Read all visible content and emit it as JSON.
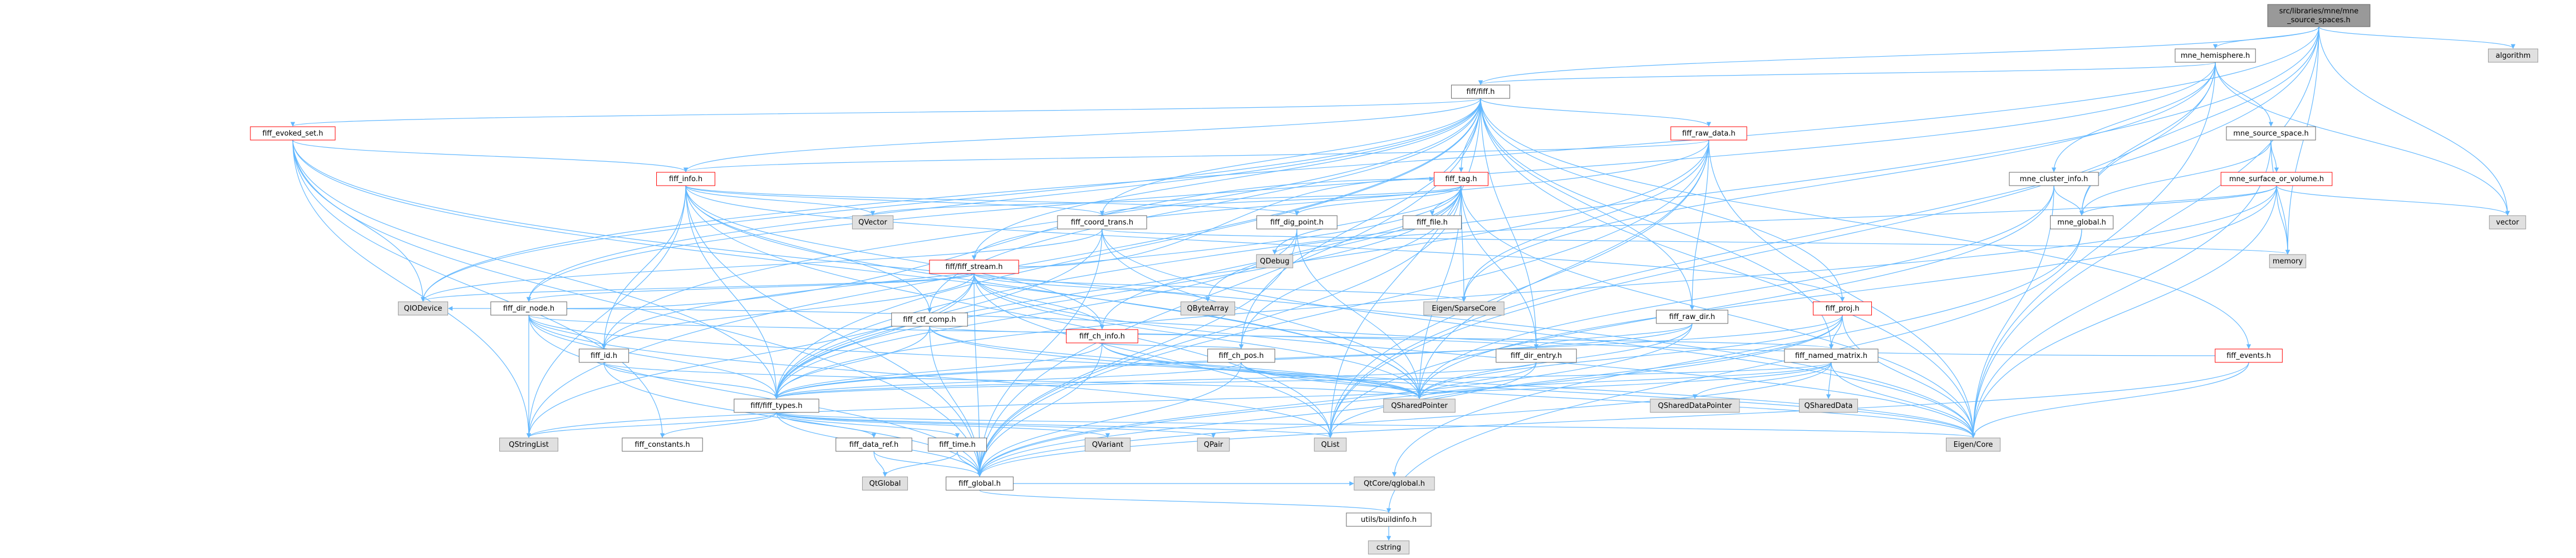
{
  "graph": {
    "colors": {
      "edge": "#63b8ff",
      "node_border_normal": "#666666",
      "node_border_truncated": "#ff0000",
      "node_fill_normal": "#ffffff",
      "node_fill_root": "#999999",
      "node_fill_external": "#e0e0e0",
      "node_border_external": "#999999"
    },
    "nodes": [
      {
        "id": "root",
        "lines": [
          "src/libraries/mne/mne",
          "_source_spaces.h"
        ],
        "kind": "root"
      },
      {
        "id": "mne_hemisphere",
        "lines": [
          "mne_hemisphere.h"
        ],
        "kind": "normal"
      },
      {
        "id": "algorithm",
        "lines": [
          "algorithm"
        ],
        "kind": "external"
      },
      {
        "id": "fiff_h",
        "lines": [
          "fiff/fiff.h"
        ],
        "kind": "normal"
      },
      {
        "id": "fiff_evoked_set",
        "lines": [
          "fiff_evoked_set.h"
        ],
        "kind": "truncated"
      },
      {
        "id": "fiff_raw_data",
        "lines": [
          "fiff_raw_data.h"
        ],
        "kind": "truncated"
      },
      {
        "id": "mne_source_space",
        "lines": [
          "mne_source_space.h"
        ],
        "kind": "normal"
      },
      {
        "id": "fiff_info",
        "lines": [
          "fiff_info.h"
        ],
        "kind": "truncated"
      },
      {
        "id": "fiff_tag",
        "lines": [
          "fiff_tag.h"
        ],
        "kind": "truncated"
      },
      {
        "id": "mne_cluster_info",
        "lines": [
          "mne_cluster_info.h"
        ],
        "kind": "normal"
      },
      {
        "id": "mne_surface_or_volume",
        "lines": [
          "mne_surface_or_volume.h"
        ],
        "kind": "truncated"
      },
      {
        "id": "vector",
        "lines": [
          "vector"
        ],
        "kind": "external"
      },
      {
        "id": "qvector",
        "lines": [
          "QVector"
        ],
        "kind": "external"
      },
      {
        "id": "fiff_coord_trans",
        "lines": [
          "fiff_coord_trans.h"
        ],
        "kind": "normal"
      },
      {
        "id": "fiff_dig_point",
        "lines": [
          "fiff_dig_point.h"
        ],
        "kind": "normal"
      },
      {
        "id": "fiff_file",
        "lines": [
          "fiff_file.h"
        ],
        "kind": "normal"
      },
      {
        "id": "mne_global",
        "lines": [
          "mne_global.h"
        ],
        "kind": "normal"
      },
      {
        "id": "memory",
        "lines": [
          "memory"
        ],
        "kind": "external"
      },
      {
        "id": "qdebug",
        "lines": [
          "QDebug"
        ],
        "kind": "external"
      },
      {
        "id": "fiff_stream",
        "lines": [
          "fiff/fiff_stream.h"
        ],
        "kind": "truncated"
      },
      {
        "id": "qbytearray",
        "lines": [
          "QByteArray"
        ],
        "kind": "external"
      },
      {
        "id": "eigen_sparse",
        "lines": [
          "Eigen/SparseCore"
        ],
        "kind": "external"
      },
      {
        "id": "fiff_proj",
        "lines": [
          "fiff_proj.h"
        ],
        "kind": "truncated"
      },
      {
        "id": "qiodevice",
        "lines": [
          "QIODevice"
        ],
        "kind": "external"
      },
      {
        "id": "fiff_dir_node",
        "lines": [
          "fiff_dir_node.h"
        ],
        "kind": "normal"
      },
      {
        "id": "fiff_ctf_comp",
        "lines": [
          "fiff_ctf_comp.h"
        ],
        "kind": "normal"
      },
      {
        "id": "fiff_ch_info",
        "lines": [
          "fiff_ch_info.h"
        ],
        "kind": "truncated"
      },
      {
        "id": "fiff_raw_dir",
        "lines": [
          "fiff_raw_dir.h"
        ],
        "kind": "normal"
      },
      {
        "id": "fiff_named_matrix",
        "lines": [
          "fiff_named_matrix.h"
        ],
        "kind": "normal"
      },
      {
        "id": "fiff_events",
        "lines": [
          "fiff_events.h"
        ],
        "kind": "truncated"
      },
      {
        "id": "fiff_id",
        "lines": [
          "fiff_id.h"
        ],
        "kind": "normal"
      },
      {
        "id": "fiff_ch_pos",
        "lines": [
          "fiff_ch_pos.h"
        ],
        "kind": "normal"
      },
      {
        "id": "fiff_dir_entry",
        "lines": [
          "fiff_dir_entry.h"
        ],
        "kind": "normal"
      },
      {
        "id": "fiff_types",
        "lines": [
          "fiff/fiff_types.h"
        ],
        "kind": "normal"
      },
      {
        "id": "qshared_pointer",
        "lines": [
          "QSharedPointer"
        ],
        "kind": "external"
      },
      {
        "id": "qshared_data_pointer",
        "lines": [
          "QSharedDataPointer"
        ],
        "kind": "external"
      },
      {
        "id": "qshared_data",
        "lines": [
          "QSharedData"
        ],
        "kind": "external"
      },
      {
        "id": "qlist",
        "lines": [
          "QList"
        ],
        "kind": "external"
      },
      {
        "id": "qstringlist",
        "lines": [
          "QStringList"
        ],
        "kind": "external"
      },
      {
        "id": "fiff_constants",
        "lines": [
          "fiff_constants.h"
        ],
        "kind": "normal"
      },
      {
        "id": "fiff_data_ref",
        "lines": [
          "fiff_data_ref.h"
        ],
        "kind": "normal"
      },
      {
        "id": "fiff_time",
        "lines": [
          "fiff_time.h"
        ],
        "kind": "normal"
      },
      {
        "id": "qvariant",
        "lines": [
          "QVariant"
        ],
        "kind": "external"
      },
      {
        "id": "qpair",
        "lines": [
          "QPair"
        ],
        "kind": "external"
      },
      {
        "id": "eigen_core",
        "lines": [
          "Eigen/Core"
        ],
        "kind": "external"
      },
      {
        "id": "qglobal",
        "lines": [
          "QtGlobal"
        ],
        "kind": "external"
      },
      {
        "id": "fiff_global",
        "lines": [
          "fiff_global.h"
        ],
        "kind": "normal"
      },
      {
        "id": "buildinfo",
        "lines": [
          "utils/buildinfo.h"
        ],
        "kind": "normal"
      },
      {
        "id": "qtcore_qglobal",
        "lines": [
          "QtCore/qglobal.h"
        ],
        "kind": "external"
      },
      {
        "id": "cstring",
        "lines": [
          "cstring"
        ],
        "kind": "external"
      }
    ],
    "edges": [
      [
        "root",
        "mne_hemisphere"
      ],
      [
        "root",
        "algorithm"
      ],
      [
        "root",
        "fiff_h"
      ],
      [
        "root",
        "mne_global"
      ],
      [
        "root",
        "vector"
      ],
      [
        "root",
        "memory"
      ],
      [
        "root",
        "eigen_core"
      ],
      [
        "root",
        "qlist"
      ],
      [
        "root",
        "qiodevice"
      ],
      [
        "root",
        "fiff_types"
      ],
      [
        "mne_hemisphere",
        "fiff_h"
      ],
      [
        "mne_hemisphere",
        "mne_source_space"
      ],
      [
        "mne_hemisphere",
        "mne_cluster_info"
      ],
      [
        "mne_hemisphere",
        "mne_global"
      ],
      [
        "mne_hemisphere",
        "vector"
      ],
      [
        "mne_hemisphere",
        "eigen_core"
      ],
      [
        "mne_hemisphere",
        "eigen_sparse"
      ],
      [
        "mne_hemisphere",
        "qlist"
      ],
      [
        "mne_hemisphere",
        "fiff_dir_node"
      ],
      [
        "fiff_h",
        "fiff_evoked_set"
      ],
      [
        "fiff_h",
        "fiff_raw_data"
      ],
      [
        "fiff_h",
        "fiff_info"
      ],
      [
        "fiff_h",
        "fiff_tag"
      ],
      [
        "fiff_h",
        "fiff_coord_trans"
      ],
      [
        "fiff_h",
        "fiff_stream"
      ],
      [
        "fiff_h",
        "fiff_proj"
      ],
      [
        "fiff_h",
        "fiff_dir_node"
      ],
      [
        "fiff_h",
        "fiff_ctf_comp"
      ],
      [
        "fiff_h",
        "fiff_raw_dir"
      ],
      [
        "fiff_h",
        "fiff_named_matrix"
      ],
      [
        "fiff_h",
        "fiff_events"
      ],
      [
        "fiff_h",
        "fiff_id"
      ],
      [
        "fiff_h",
        "fiff_ch_pos"
      ],
      [
        "fiff_h",
        "fiff_dir_entry"
      ],
      [
        "fiff_h",
        "fiff_types"
      ],
      [
        "fiff_h",
        "fiff_global"
      ],
      [
        "fiff_h",
        "eigen_core"
      ],
      [
        "fiff_h",
        "qiodevice"
      ],
      [
        "fiff_h",
        "qlist"
      ],
      [
        "fiff_h",
        "qstringlist"
      ],
      [
        "fiff_evoked_set",
        "fiff_info"
      ],
      [
        "fiff_evoked_set",
        "fiff_types"
      ],
      [
        "fiff_evoked_set",
        "fiff_global"
      ],
      [
        "fiff_evoked_set",
        "qiodevice"
      ],
      [
        "fiff_evoked_set",
        "qshared_pointer"
      ],
      [
        "fiff_evoked_set",
        "qstringlist"
      ],
      [
        "fiff_evoked_set",
        "eigen_core"
      ],
      [
        "fiff_evoked_set",
        "fiff_constants"
      ],
      [
        "fiff_raw_data",
        "fiff_info"
      ],
      [
        "fiff_raw_data",
        "fiff_raw_dir"
      ],
      [
        "fiff_raw_data",
        "fiff_stream"
      ],
      [
        "fiff_raw_data",
        "fiff_types"
      ],
      [
        "fiff_raw_data",
        "fiff_global"
      ],
      [
        "fiff_raw_data",
        "eigen_core"
      ],
      [
        "fiff_raw_data",
        "eigen_sparse"
      ],
      [
        "fiff_raw_data",
        "qshared_pointer"
      ],
      [
        "fiff_raw_data",
        "qlist"
      ],
      [
        "mne_source_space",
        "mne_global"
      ],
      [
        "mne_source_space",
        "mne_surface_or_volume"
      ],
      [
        "mne_source_space",
        "memory"
      ],
      [
        "mne_source_space",
        "eigen_core"
      ],
      [
        "fiff_info",
        "fiff_coord_trans"
      ],
      [
        "fiff_info",
        "fiff_dig_point"
      ],
      [
        "fiff_info",
        "fiff_ch_info"
      ],
      [
        "fiff_info",
        "fiff_ctf_comp"
      ],
      [
        "fiff_info",
        "fiff_proj"
      ],
      [
        "fiff_info",
        "fiff_id"
      ],
      [
        "fiff_info",
        "fiff_types"
      ],
      [
        "fiff_info",
        "fiff_global"
      ],
      [
        "fiff_info",
        "qvector"
      ],
      [
        "fiff_info",
        "qshared_pointer"
      ],
      [
        "fiff_info",
        "qstringlist"
      ],
      [
        "fiff_info",
        "qlist"
      ],
      [
        "fiff_tag",
        "fiff_coord_trans"
      ],
      [
        "fiff_tag",
        "fiff_dig_point"
      ],
      [
        "fiff_tag",
        "fiff_file"
      ],
      [
        "fiff_tag",
        "fiff_ch_info"
      ],
      [
        "fiff_tag",
        "fiff_ch_pos"
      ],
      [
        "fiff_tag",
        "fiff_dir_entry"
      ],
      [
        "fiff_tag",
        "fiff_id"
      ],
      [
        "fiff_tag",
        "fiff_types"
      ],
      [
        "fiff_tag",
        "fiff_global"
      ],
      [
        "fiff_tag",
        "qbytearray"
      ],
      [
        "fiff_tag",
        "qvector"
      ],
      [
        "fiff_tag",
        "qshared_pointer"
      ],
      [
        "fiff_tag",
        "qdebug"
      ],
      [
        "fiff_tag",
        "eigen_core"
      ],
      [
        "fiff_tag",
        "eigen_sparse"
      ],
      [
        "mne_cluster_info",
        "mne_global"
      ],
      [
        "mne_cluster_info",
        "qshared_pointer"
      ],
      [
        "mne_cluster_info",
        "qlist"
      ],
      [
        "mne_cluster_info",
        "eigen_core"
      ],
      [
        "mne_surface_or_volume",
        "mne_global"
      ],
      [
        "mne_surface_or_volume",
        "fiff_types"
      ],
      [
        "mne_surface_or_volume",
        "vector"
      ],
      [
        "mne_surface_or_volume",
        "memory"
      ],
      [
        "mne_surface_or_volume",
        "qdebug"
      ],
      [
        "mne_surface_or_volume",
        "eigen_core"
      ],
      [
        "mne_surface_or_volume",
        "qshared_pointer"
      ],
      [
        "fiff_coord_trans",
        "fiff_types"
      ],
      [
        "fiff_coord_trans",
        "fiff_global"
      ],
      [
        "fiff_coord_trans",
        "qshared_pointer"
      ],
      [
        "fiff_coord_trans",
        "qiodevice"
      ],
      [
        "fiff_coord_trans",
        "eigen_core"
      ],
      [
        "fiff_coord_trans",
        "memory"
      ],
      [
        "fiff_dig_point",
        "fiff_types"
      ],
      [
        "fiff_dig_point",
        "fiff_global"
      ],
      [
        "fiff_dig_point",
        "qshared_pointer"
      ],
      [
        "mne_global",
        "buildinfo"
      ],
      [
        "mne_global",
        "qtcore_qglobal"
      ],
      [
        "fiff_stream",
        "fiff_tag"
      ],
      [
        "fiff_stream",
        "fiff_dir_node"
      ],
      [
        "fiff_stream",
        "fiff_types"
      ],
      [
        "fiff_stream",
        "fiff_global"
      ],
      [
        "fiff_stream",
        "qbytearray"
      ],
      [
        "fiff_stream",
        "qiodevice"
      ],
      [
        "fiff_stream",
        "qshared_pointer"
      ],
      [
        "fiff_stream",
        "qstringlist"
      ],
      [
        "fiff_stream",
        "qlist"
      ],
      [
        "fiff_stream",
        "eigen_core"
      ],
      [
        "fiff_stream",
        "eigen_sparse"
      ],
      [
        "fiff_stream",
        "fiff_id"
      ],
      [
        "fiff_stream",
        "fiff_ch_info"
      ],
      [
        "fiff_proj",
        "fiff_named_matrix"
      ],
      [
        "fiff_proj",
        "fiff_types"
      ],
      [
        "fiff_proj",
        "fiff_global"
      ],
      [
        "fiff_proj",
        "qshared_pointer"
      ],
      [
        "fiff_proj",
        "eigen_core"
      ],
      [
        "fiff_proj",
        "qlist"
      ],
      [
        "fiff_dir_node",
        "fiff_dir_entry"
      ],
      [
        "fiff_dir_node",
        "fiff_id"
      ],
      [
        "fiff_dir_node",
        "fiff_tag"
      ],
      [
        "fiff_dir_node",
        "fiff_types"
      ],
      [
        "fiff_dir_node",
        "fiff_global"
      ],
      [
        "fiff_dir_node",
        "qshared_pointer"
      ],
      [
        "fiff_dir_node",
        "qlist"
      ],
      [
        "fiff_dir_node",
        "qstringlist"
      ],
      [
        "fiff_ctf_comp",
        "fiff_named_matrix"
      ],
      [
        "fiff_ctf_comp",
        "fiff_types"
      ],
      [
        "fiff_ctf_comp",
        "fiff_global"
      ],
      [
        "fiff_ctf_comp",
        "qshared_pointer"
      ],
      [
        "fiff_ctf_comp",
        "eigen_core"
      ],
      [
        "fiff_ch_info",
        "fiff_ch_pos"
      ],
      [
        "fiff_ch_info",
        "fiff_types"
      ],
      [
        "fiff_ch_info",
        "fiff_global"
      ],
      [
        "fiff_ch_info",
        "qshared_pointer"
      ],
      [
        "fiff_ch_info",
        "eigen_core"
      ],
      [
        "fiff_raw_dir",
        "fiff_dir_entry"
      ],
      [
        "fiff_raw_dir",
        "fiff_types"
      ],
      [
        "fiff_raw_dir",
        "fiff_global"
      ],
      [
        "fiff_raw_dir",
        "qshared_pointer"
      ],
      [
        "fiff_named_matrix",
        "fiff_types"
      ],
      [
        "fiff_named_matrix",
        "fiff_global"
      ],
      [
        "fiff_named_matrix",
        "qshared_data_pointer"
      ],
      [
        "fiff_named_matrix",
        "qshared_data"
      ],
      [
        "fiff_named_matrix",
        "qshared_pointer"
      ],
      [
        "fiff_named_matrix",
        "qstringlist"
      ],
      [
        "fiff_named_matrix",
        "eigen_core"
      ],
      [
        "fiff_events",
        "fiff_global"
      ],
      [
        "fiff_events",
        "eigen_core"
      ],
      [
        "fiff_events",
        "qiodevice"
      ],
      [
        "fiff_id",
        "fiff_types"
      ],
      [
        "fiff_id",
        "fiff_global"
      ],
      [
        "fiff_id",
        "qshared_pointer"
      ],
      [
        "fiff_ch_pos",
        "fiff_types"
      ],
      [
        "fiff_ch_pos",
        "fiff_global"
      ],
      [
        "fiff_ch_pos",
        "qshared_pointer"
      ],
      [
        "fiff_ch_pos",
        "eigen_core"
      ],
      [
        "fiff_dir_entry",
        "fiff_types"
      ],
      [
        "fiff_dir_entry",
        "fiff_global"
      ],
      [
        "fiff_dir_entry",
        "qshared_pointer"
      ],
      [
        "fiff_types",
        "fiff_constants"
      ],
      [
        "fiff_types",
        "fiff_data_ref"
      ],
      [
        "fiff_types",
        "fiff_time"
      ],
      [
        "fiff_types",
        "fiff_global"
      ],
      [
        "fiff_types",
        "qvariant"
      ],
      [
        "fiff_types",
        "qpair"
      ],
      [
        "fiff_types",
        "qlist"
      ],
      [
        "fiff_types",
        "qstringlist"
      ],
      [
        "fiff_types",
        "eigen_core"
      ],
      [
        "fiff_data_ref",
        "qglobal"
      ],
      [
        "fiff_data_ref",
        "fiff_global"
      ],
      [
        "fiff_time",
        "qglobal"
      ],
      [
        "fiff_time",
        "fiff_global"
      ],
      [
        "fiff_global",
        "buildinfo"
      ],
      [
        "fiff_global",
        "qtcore_qglobal"
      ],
      [
        "buildinfo",
        "cstring"
      ]
    ]
  }
}
